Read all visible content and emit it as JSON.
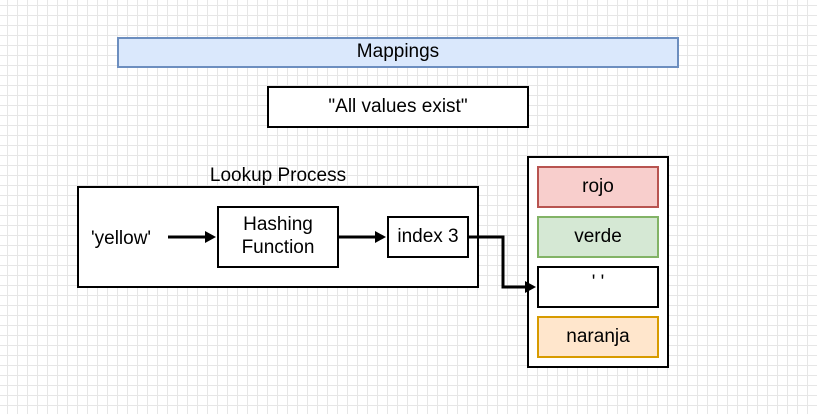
{
  "title": "Mappings",
  "subtitle": "\"All values exist\"",
  "lookup": {
    "label": "Lookup Process",
    "input": "'yellow'",
    "hash_function": "Hashing\nFunction",
    "index": "index 3"
  },
  "array": {
    "cells": [
      {
        "value": "rojo",
        "fill": "#f8cecc",
        "stroke": "#b85450"
      },
      {
        "value": "verde",
        "fill": "#d5e8d4",
        "stroke": "#82b366"
      },
      {
        "value": "' '",
        "fill": "#ffffff",
        "stroke": "#000000"
      },
      {
        "value": "naranja",
        "fill": "#ffe6cc",
        "stroke": "#d79b00"
      }
    ]
  },
  "colors": {
    "title_fill": "#dae8fc",
    "title_stroke": "#6c8ebf",
    "grid": "#e6e6e6"
  }
}
